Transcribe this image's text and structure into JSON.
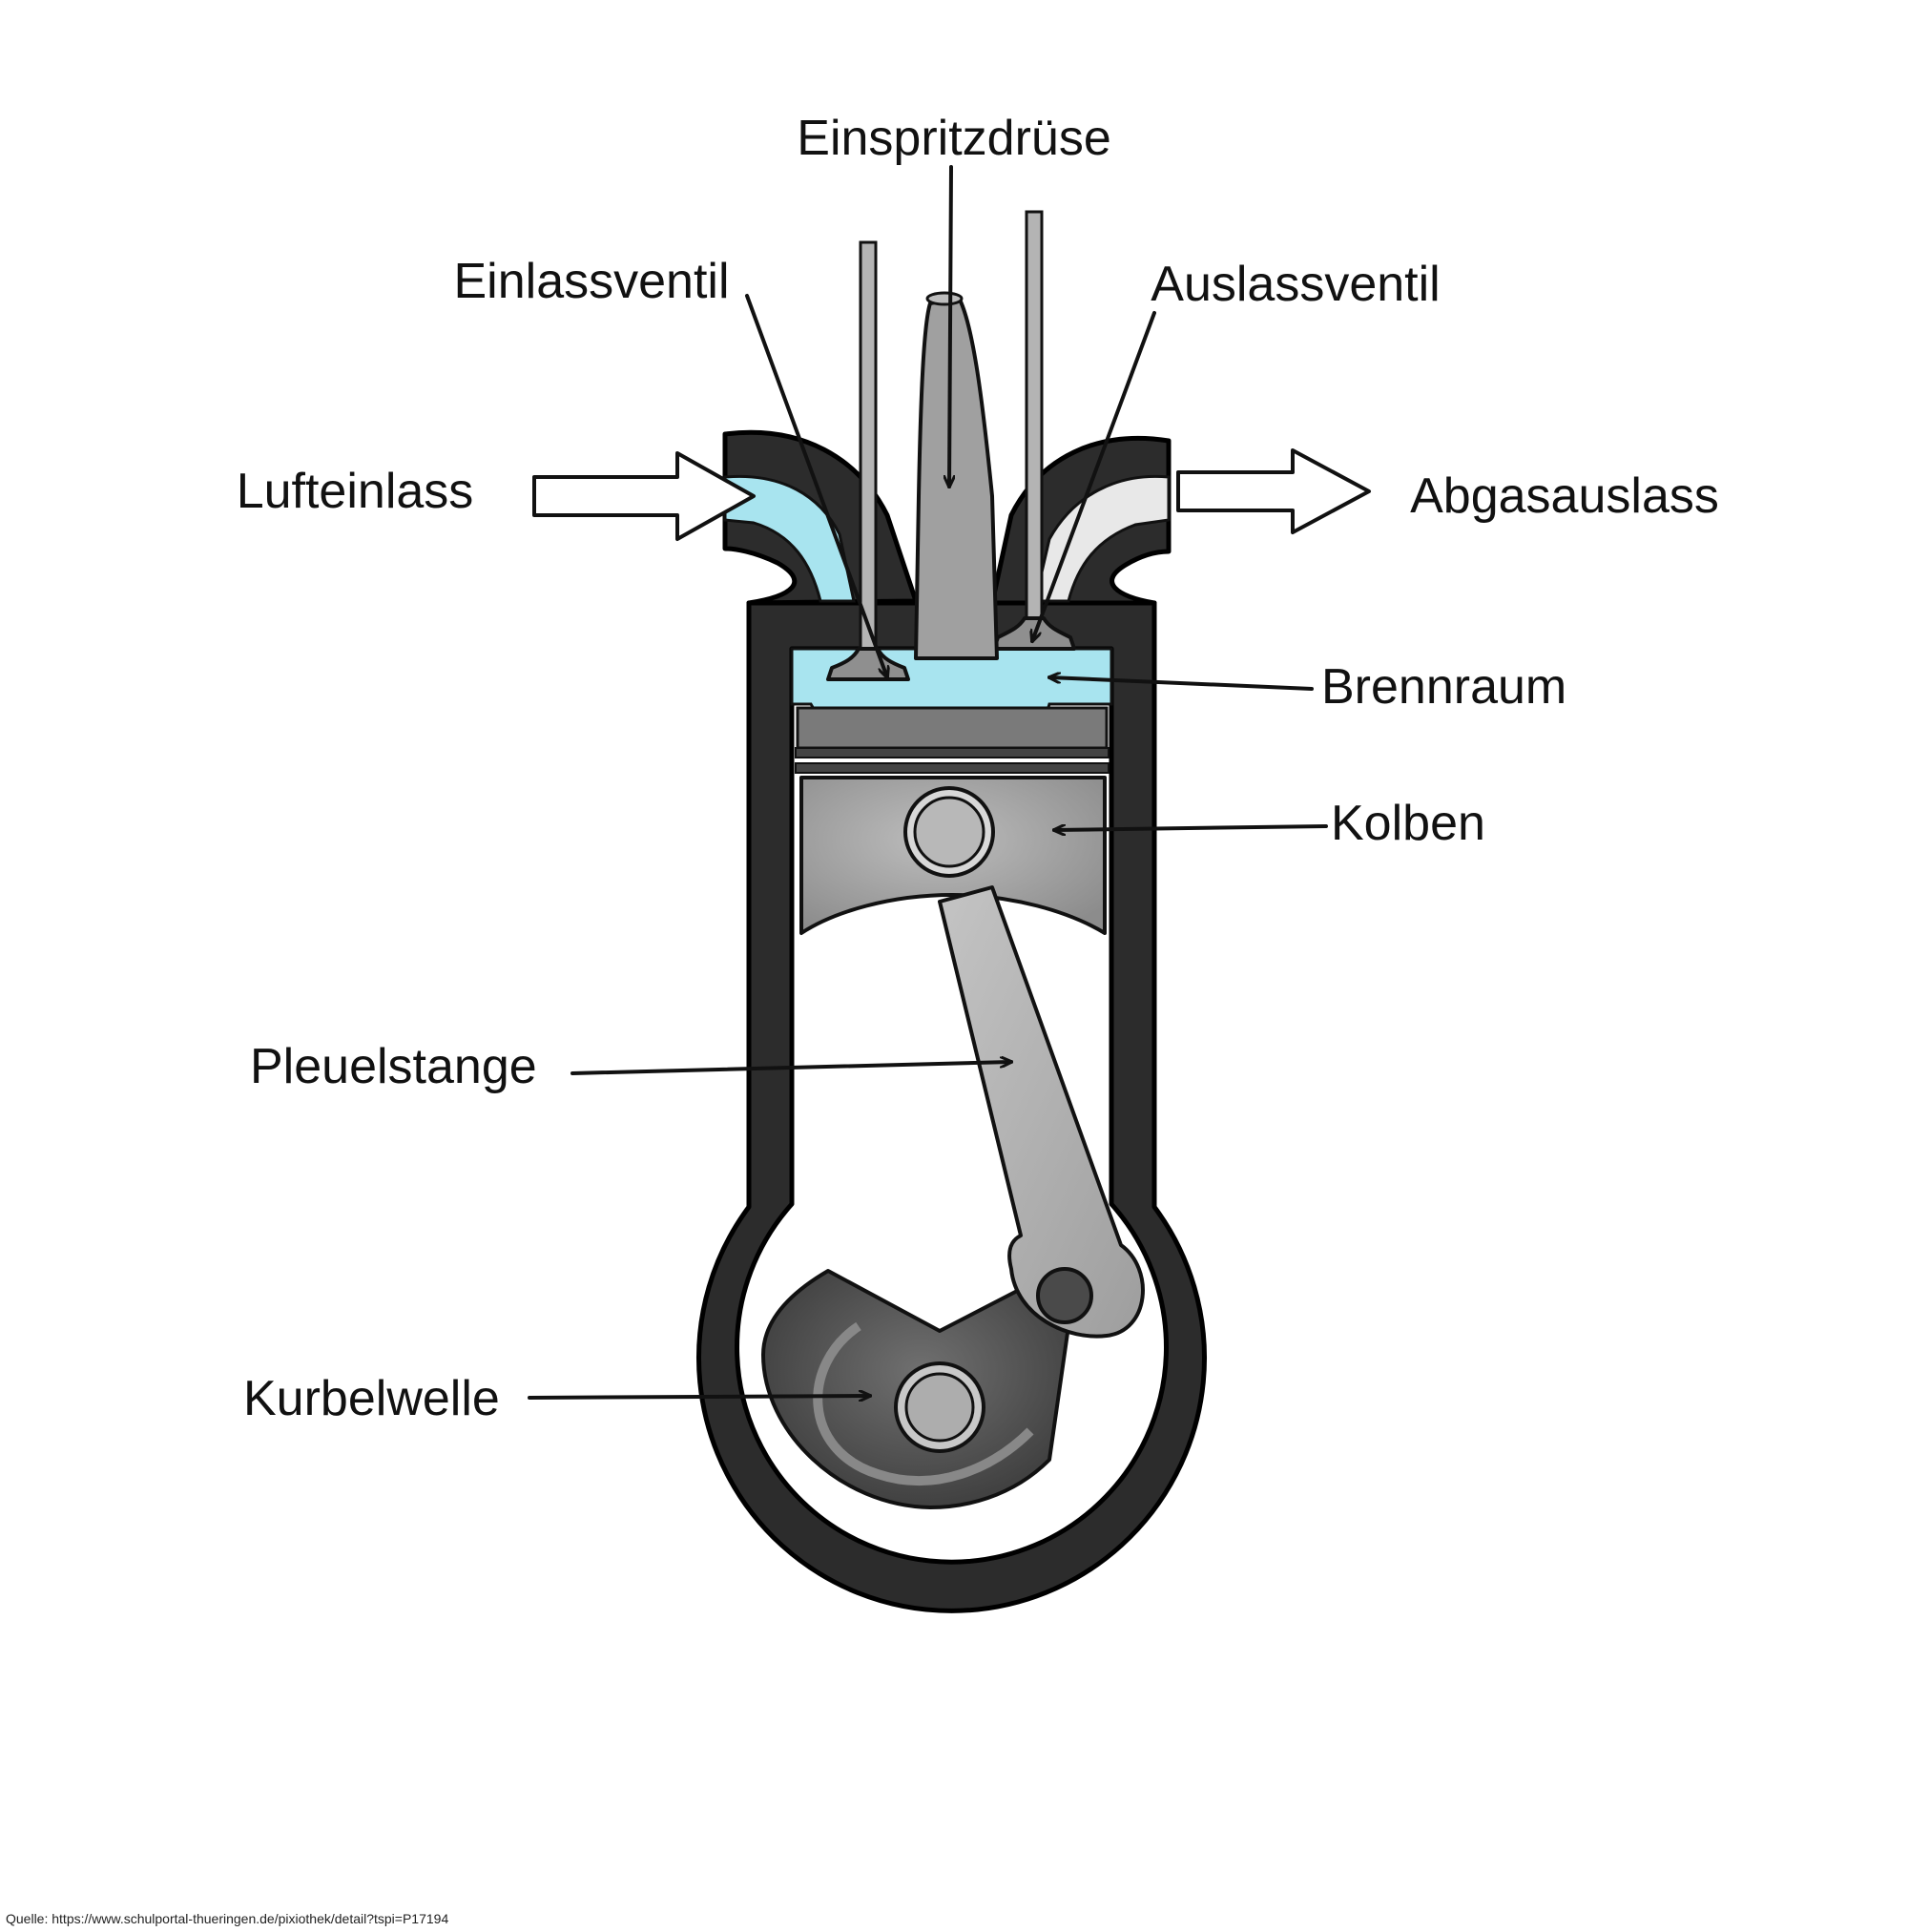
{
  "labels": {
    "injector": "Einspritzdrüse",
    "intake_valve": "Einlassventil",
    "exhaust_valve": "Auslassventil",
    "air_inlet": "Lufteinlass",
    "exhaust_outlet": "Abgasauslass",
    "combustion_chamber": "Brennraum",
    "piston": "Kolben",
    "connecting_rod": "Pleuelstange",
    "crankshaft": "Kurbelwelle"
  },
  "source": "Quelle: https://www.schulportal-thueringen.de/pixiothek/detail?tspi=P17194",
  "colors": {
    "engine_block": "#2c2c2c",
    "intake_air": "#a8e4ef",
    "metal_light": "#b4b4b4",
    "metal_dark": "#4a4a4a",
    "outline": "#111111"
  }
}
